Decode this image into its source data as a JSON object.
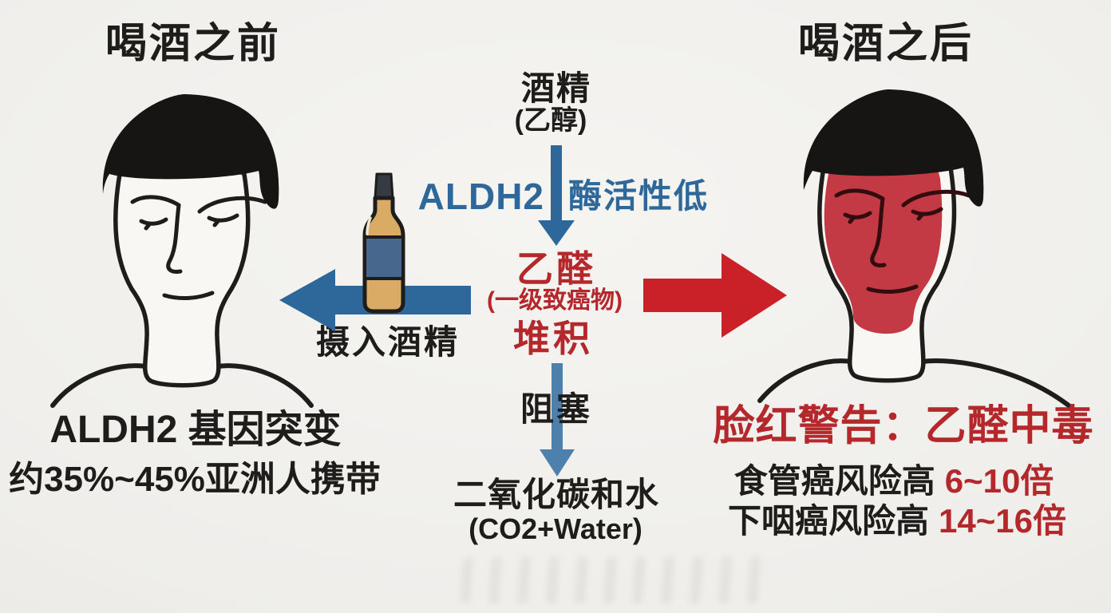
{
  "colors": {
    "background": "#efeeeb",
    "text_black": "#1f1d1b",
    "blue": "#2e689b",
    "blue_light": "#4d80ad",
    "red_text": "#b4282c",
    "red_arrow": "#c92127",
    "face_red": "#c43a44",
    "bottle_amber": "#d9ab64",
    "bottle_label_blue": "#47678c",
    "bottle_cap": "#363a42"
  },
  "left_panel": {
    "title": "喝酒之前",
    "caption_line1": "ALDH2 基因突变",
    "caption_line2": "约35%~45%亚洲人携带"
  },
  "right_panel": {
    "title": "喝酒之后",
    "warning": "脸红警告：乙醛中毒",
    "risks": [
      {
        "label": "食管癌风险高",
        "value": "6~10倍"
      },
      {
        "label": "下咽癌风险高",
        "value": "14~16倍"
      }
    ]
  },
  "pathway": {
    "alcohol": "酒精",
    "alcohol_sub": "(乙醇)",
    "enzyme": "ALDH2",
    "enzyme_note": "酶活性低",
    "acetaldehyde": "乙醛",
    "acetaldehyde_sub": "(一级致癌物)",
    "accumulate": "堆积",
    "intake_label": "摄入酒精",
    "block": "阻塞",
    "end_product": "二氧化碳和水",
    "end_product_sub": "(CO2+Water)"
  }
}
